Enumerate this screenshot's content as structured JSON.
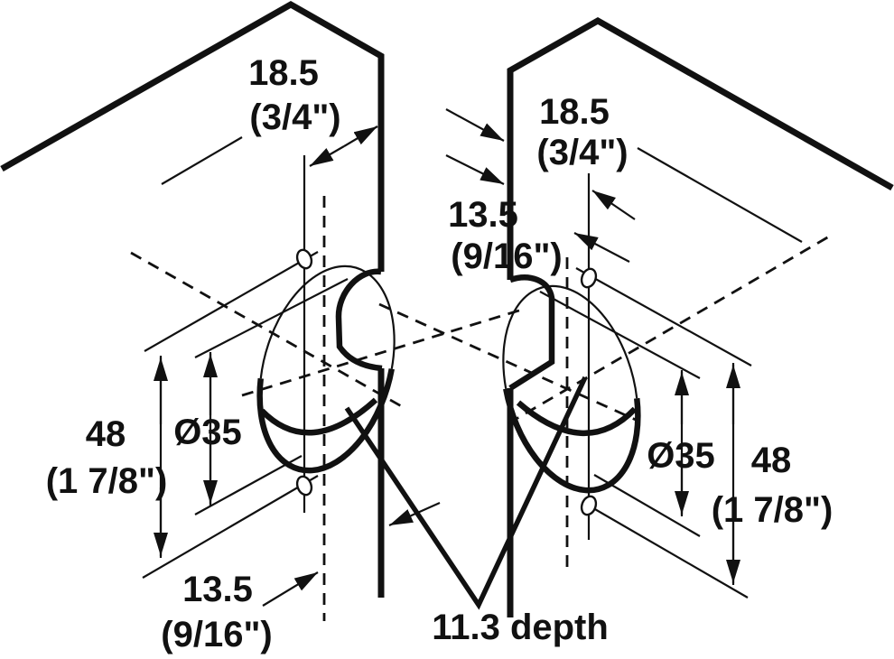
{
  "colors": {
    "line": "#111111",
    "background": "#ffffff"
  },
  "labels": {
    "left_panel": {
      "edge_distance": "18.5",
      "edge_distance_imperial": "(3/4\")",
      "cup_offset": "13.5",
      "cup_offset_imperial": "(9/16\")",
      "hole_spacing": "48",
      "hole_spacing_imperial": "(1 7/8\")",
      "cup_diameter": "Ø35"
    },
    "right_panel": {
      "edge_distance": "18.5",
      "edge_distance_imperial": "(3/4\")",
      "cup_offset": "13.5",
      "cup_offset_imperial": "(9/16\")",
      "hole_spacing": "48",
      "hole_spacing_imperial": "(1 7/8\")",
      "cup_diameter": "Ø35"
    },
    "depth_note": "11.3 depth"
  }
}
